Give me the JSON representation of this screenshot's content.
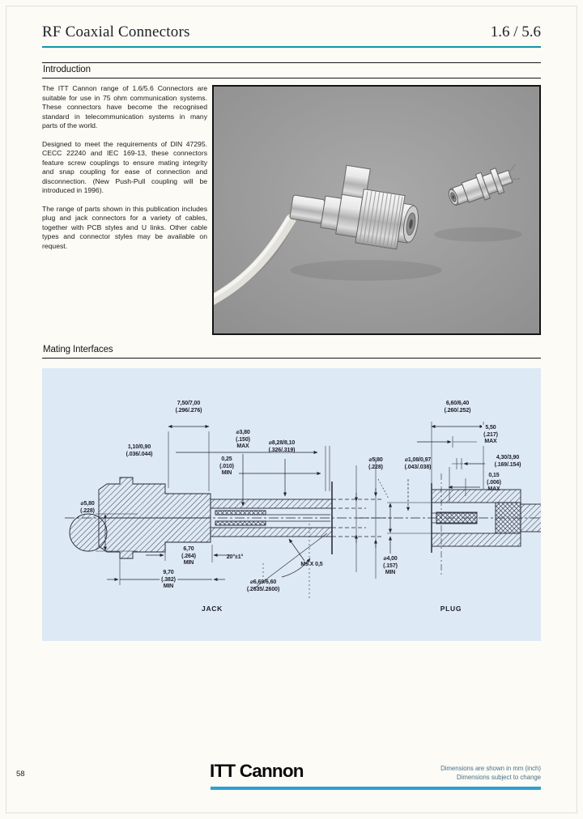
{
  "header": {
    "title": "RF Coaxial Connectors",
    "series": "1.6 / 5.6"
  },
  "sections": {
    "introduction": "Introduction",
    "mating_interfaces": "Mating Interfaces"
  },
  "intro": {
    "paragraphs": [
      "The ITT Cannon range of 1.6/5.6 Connectors are suitable for use in 75 ohm communication systems. These connectors have become the recognised standard in telecommunication systems in many parts of the world.",
      "Designed to meet the requirements of DIN 47295. CECC 22240 and IEC 169-13, these connectors feature screw couplings to ensure mating integrity and snap coupling for ease of connection and disconnection. (New Push-Pull coupling will be introduced in 1996).",
      "The range of parts shown in this publication includes plug and jack connectors for a variety of cables, together with PCB styles and U links. Other cable types and connector styles may be available on request."
    ]
  },
  "drawing": {
    "jack": {
      "label": "JACK",
      "dims": {
        "d750": "7,50/7,00\n(.296/.276)",
        "d110": "1,10/0,90\n(.036/.044)",
        "d025": "0,25\n(.010)\nMIN",
        "d380": "⌀3,80\n(.150)\nMAX",
        "d828": "⌀8,28/8,10\n(.326/.319)",
        "d580": "⌀5,80\n(.228)",
        "d670": "6,70\n(.264)\nMIN",
        "d970": "9,70\n(.382)\nMIN",
        "d20": "20°±1°",
        "dm9": "M9 X 0,5",
        "d669": "⌀6,69/6,60\n(.2635/.2600)"
      }
    },
    "plug": {
      "label": "PLUG",
      "dims": {
        "d660": "6,60/6,40\n(.260/.252)",
        "d550": "5,50\n(.217)\nMAX",
        "d430": "4,30/3,90\n(.169/.154)",
        "d015": "0,15\n(.006)\nMAX",
        "d580": "⌀5,80\n(.228)",
        "d108": "⌀1,08/0,97\n(.043/.038)",
        "d400": "⌀4,00\n(.157)\nMIN"
      }
    }
  },
  "footer": {
    "page_number": "58",
    "brand": "ITT Cannon",
    "note_line1": "Dimensions are shown in mm (inch)",
    "note_line2": "Dimensions subject to change"
  },
  "colors": {
    "accent-teal": "#0d98a6",
    "accent-cyan": "#2aa2d4",
    "panel-blue": "#dde9f5",
    "photo-gray": "#9a9a9a",
    "ink": "#20202a",
    "note-blue": "#46718c"
  }
}
